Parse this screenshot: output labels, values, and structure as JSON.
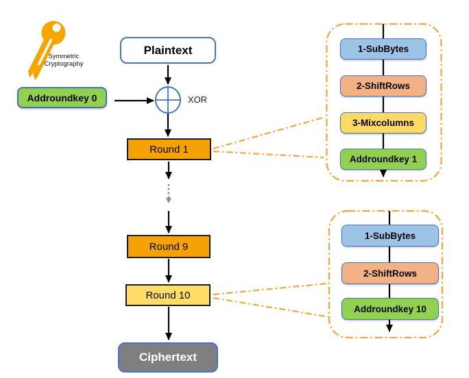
{
  "key_graphic": {
    "caption_line1": "Symmetric",
    "caption_line2": "Cryptography"
  },
  "flow": {
    "plaintext_label": "Plaintext",
    "addroundkey0_label": "Addroundkey 0",
    "xor_label": "XOR",
    "round1_label": "Round 1",
    "round9_label": "Round 9",
    "round10_label": "Round 10",
    "ciphertext_label": "Ciphertext"
  },
  "round1_detail": {
    "steps": [
      {
        "label": "1-SubBytes",
        "color": "#9DC3E6"
      },
      {
        "label": "2-ShiftRows",
        "color": "#F4B183"
      },
      {
        "label": "3-Mixcolumns",
        "color": "#FFD966"
      },
      {
        "label": "Addroundkey 1",
        "color": "#92D050"
      }
    ]
  },
  "round10_detail": {
    "steps": [
      {
        "label": "1-SubBytes",
        "color": "#9DC3E6"
      },
      {
        "label": "2-ShiftRows",
        "color": "#F4B183"
      },
      {
        "label": "Addroundkey 10",
        "color": "#92D050"
      }
    ]
  },
  "colors": {
    "round_orange": "#F4A204",
    "round10_yellow": "#FFDD66",
    "green": "#92D050",
    "gray_fill": "#7F7F7F",
    "white": "#FFFFFF",
    "border_blue": "#4472C4",
    "box_border_dark": "#1a1a1a",
    "callout_orange": "#F9A23C",
    "key_orange": "#F5A500",
    "arrow_black": "#000000",
    "dotted_gray": "#8a8a8a",
    "ciphertext_text": "#FFFFFF"
  }
}
